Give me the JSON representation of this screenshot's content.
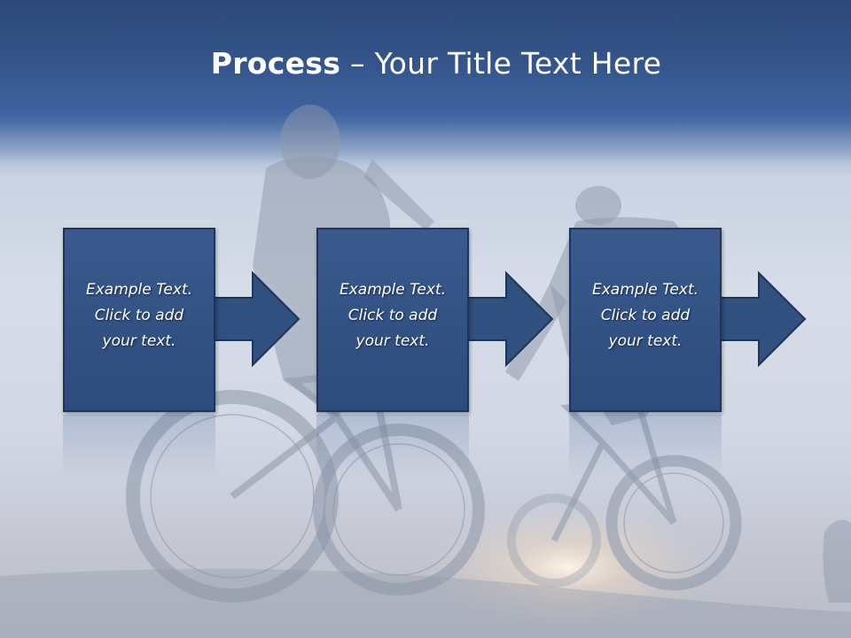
{
  "title": {
    "bold_part": "Process",
    "separator": " – ",
    "regular_part": "Your Title Text Here"
  },
  "steps": [
    {
      "line1": "Example Text.",
      "line2": "Click  to add",
      "line3": "your text."
    },
    {
      "line1": "Example Text.",
      "line2": "Click  to add",
      "line3": "your text."
    },
    {
      "line1": "Example Text.",
      "line2": "Click  to add",
      "line3": "your text."
    }
  ],
  "colors": {
    "box_fill": "#2d4b7c",
    "box_border": "#1f3458",
    "header": "#34558b",
    "text": "#ffffff"
  }
}
